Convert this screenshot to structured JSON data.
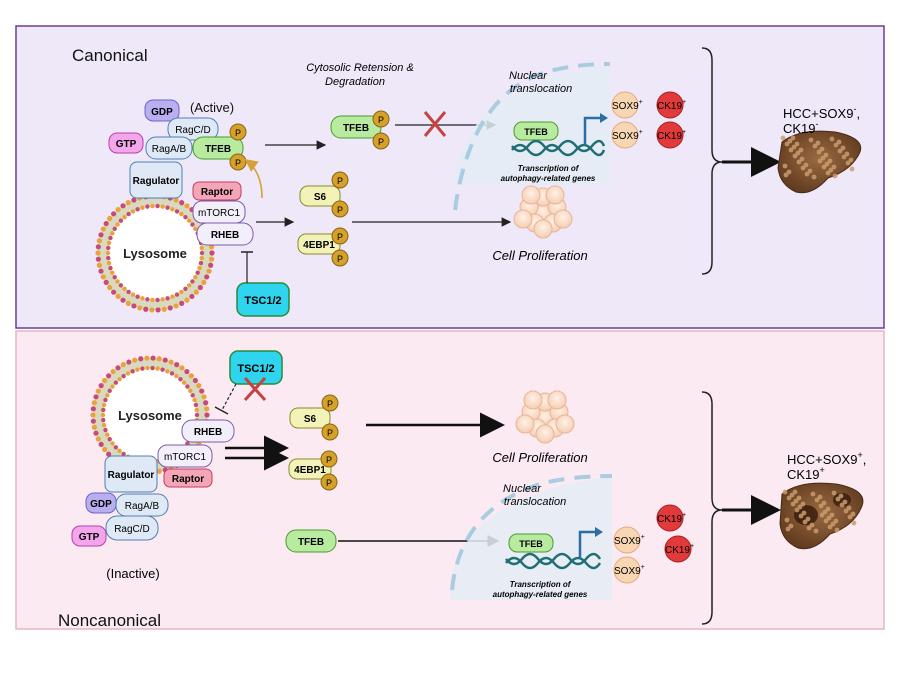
{
  "canonical": {
    "title": "Canonical",
    "state": "(Active)",
    "proteins": {
      "gdp": "GDP",
      "gtp": "GTP",
      "ragcd": "RagC/D",
      "ragab": "RagA/B",
      "tfeb": "TFEB",
      "ragulator": "Ragulator",
      "raptor": "Raptor",
      "mtorc1": "mTORC1",
      "rheb": "RHEB",
      "lysosome": "Lysosome",
      "tsc": "TSC1/2",
      "s6": "S6",
      "ebp1": "4EBP1",
      "p": "P"
    },
    "cytosolic": [
      "Cytosolic Retension &",
      "Degradation"
    ],
    "nuclear": [
      "Nuclear",
      "translocation"
    ],
    "nuclear_tfeb": "TFEB",
    "transcription": [
      "Transcription of",
      "autophagy-related genes"
    ],
    "markers": {
      "sox9": "SOX9",
      "ck19": "CK19",
      "sup": "+"
    },
    "cell_proliferation": "Cell Proliferation",
    "outcome": {
      "line1": "HCC+SOX9",
      "sup1": "-",
      "sep": ",",
      "line2": "CK19",
      "sup2": "-"
    }
  },
  "noncanonical": {
    "title": "Noncanonical",
    "state": "(Inactive)",
    "proteins": {
      "gdp": "GDP",
      "gtp": "GTP",
      "ragcd": "RagC/D",
      "ragab": "RagA/B",
      "ragulator": "Ragulator",
      "raptor": "Raptor",
      "mtorc1": "mTORC1",
      "rheb": "RHEB",
      "lysosome": "Lysosome",
      "tsc": "TSC1/2",
      "s6": "S6",
      "ebp1": "4EBP1",
      "tfeb": "TFEB",
      "p": "P"
    },
    "nuclear": [
      "Nuclear",
      "translocation"
    ],
    "nuclear_tfeb": "TFEB",
    "transcription": [
      "Transcription of",
      "autophagy-related genes"
    ],
    "markers": {
      "sox9": "SOX9",
      "ck19": "CK19",
      "sup": "+"
    },
    "cell_proliferation": "Cell Proliferation",
    "outcome": {
      "line1": "HCC+SOX9",
      "sup1": "+",
      "sep": ",",
      "line2": "CK19",
      "sup2": "+"
    }
  },
  "colors": {
    "canonical_bg": "#efe8f8",
    "canonical_border": "#6a3f93",
    "noncanonical_bg": "#fbeaf2",
    "noncanonical_border": "#e3b6ca",
    "tfeb": "#b8eaa0",
    "tsc": "#2fd4ee",
    "raptor": "#f4a5b8",
    "gdp": "#b9aef0",
    "gtp": "#f3a6ec",
    "phospho": "#d6a12a",
    "ck19": "#e2393b",
    "sox9": "#f6d6b3"
  }
}
